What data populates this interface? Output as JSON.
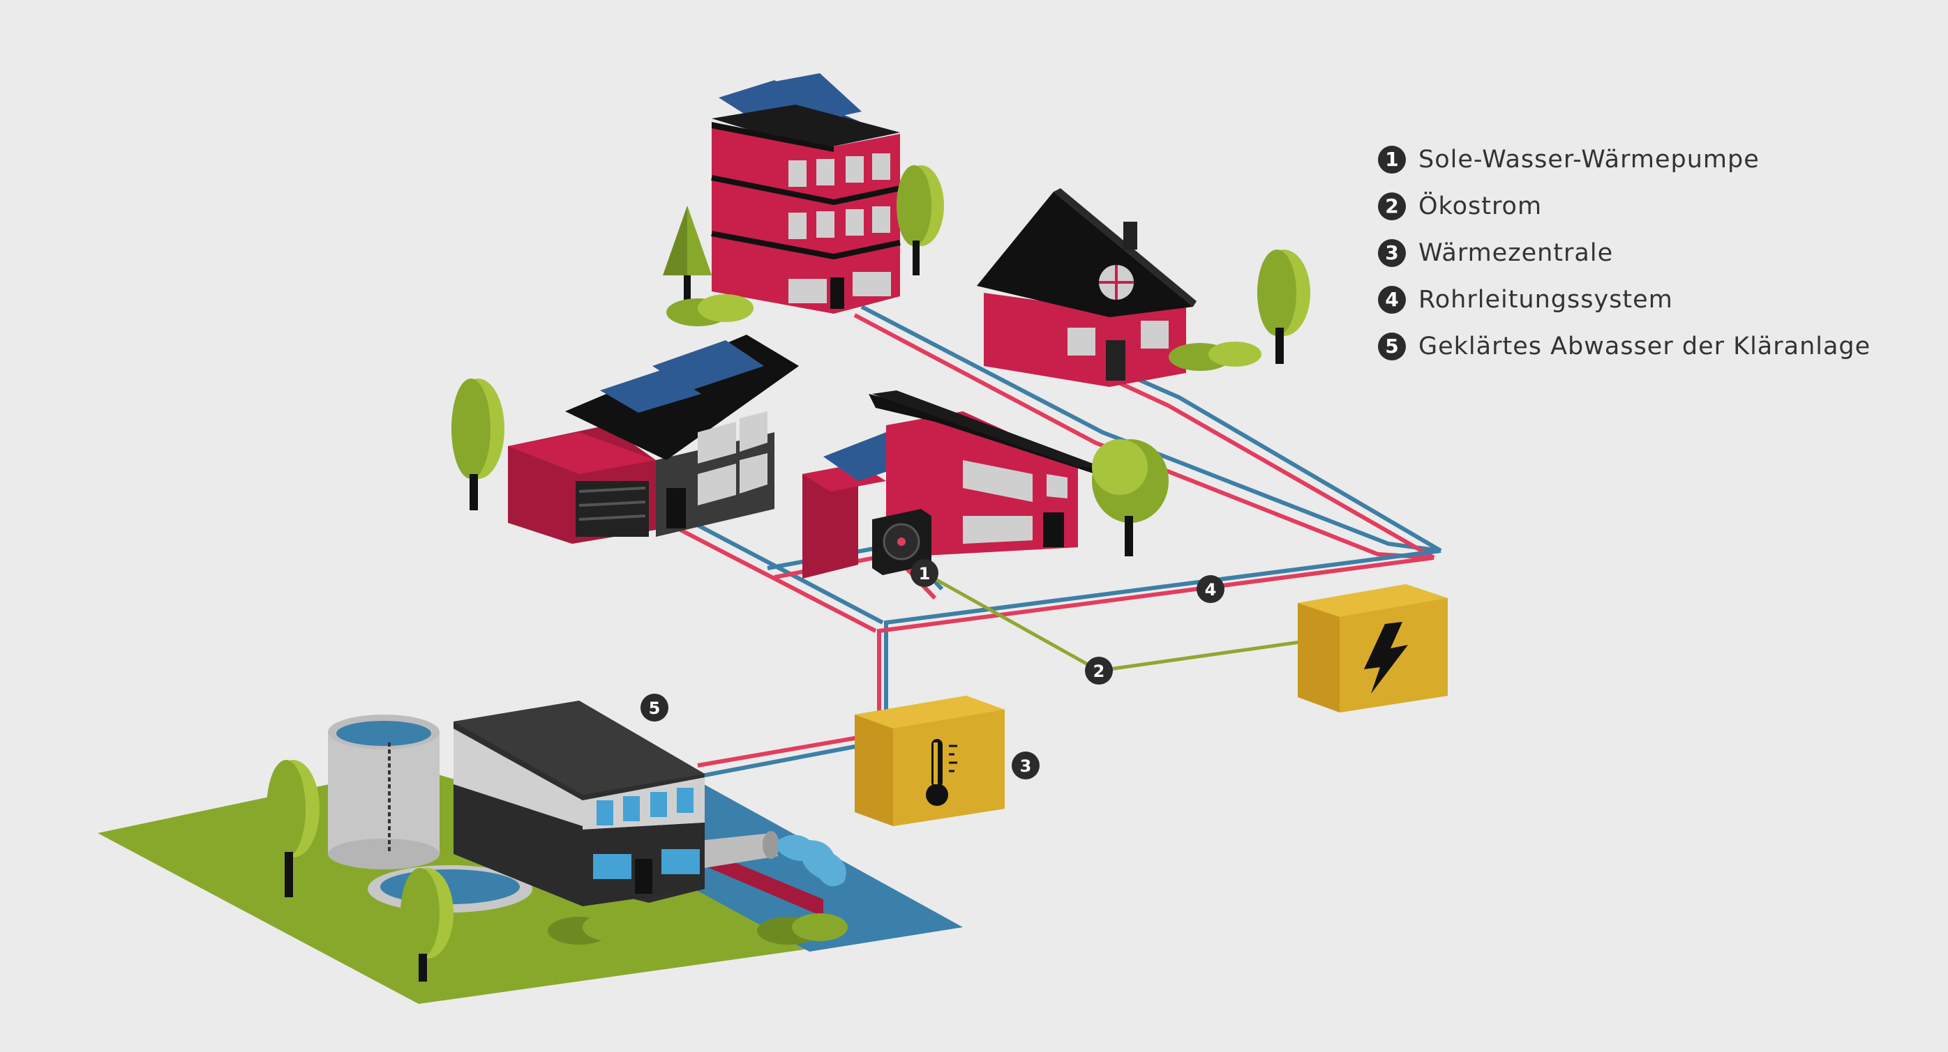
{
  "legend": [
    {
      "number": "1",
      "label": "Sole-Wasser-Wärmepumpe"
    },
    {
      "number": "2",
      "label": "Ökostrom"
    },
    {
      "number": "3",
      "label": "Wärmezentrale"
    },
    {
      "number": "4",
      "label": "Rohrleitungssystem"
    },
    {
      "number": "5",
      "label": "Geklärtes Abwasser der Kläranlage"
    }
  ],
  "markers": {
    "heat_pump": "1",
    "green_power": "2",
    "heat_center": "3",
    "pipe_system": "4",
    "treatment_plant": "5"
  },
  "icons": {
    "power_box": "lightning-bolt-icon",
    "heat_box": "thermometer-icon"
  },
  "colors": {
    "background": "#ebebeb",
    "building_red": "#c8204a",
    "building_dark_red": "#8b1030",
    "roof_black": "#111111",
    "solar_blue": "#2e5a94",
    "pipe_red": "#e23d5e",
    "pipe_blue": "#3d7fa6",
    "power_line_green": "#8fa832",
    "box_yellow": "#d8ab2a",
    "grass_green": "#88a82c",
    "tree_green": "#a8c43c",
    "water_blue": "#3a80aa",
    "badge_dark": "#2b2b2b"
  }
}
